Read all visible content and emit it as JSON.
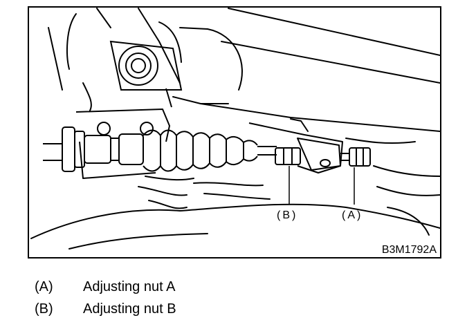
{
  "figure": {
    "callout_a": "(A)",
    "callout_b": "(B)",
    "figure_id": "B3M1792A"
  },
  "legend": [
    {
      "key": "(A)",
      "text": "Adjusting nut A"
    },
    {
      "key": "(B)",
      "text": "Adjusting nut B"
    }
  ]
}
